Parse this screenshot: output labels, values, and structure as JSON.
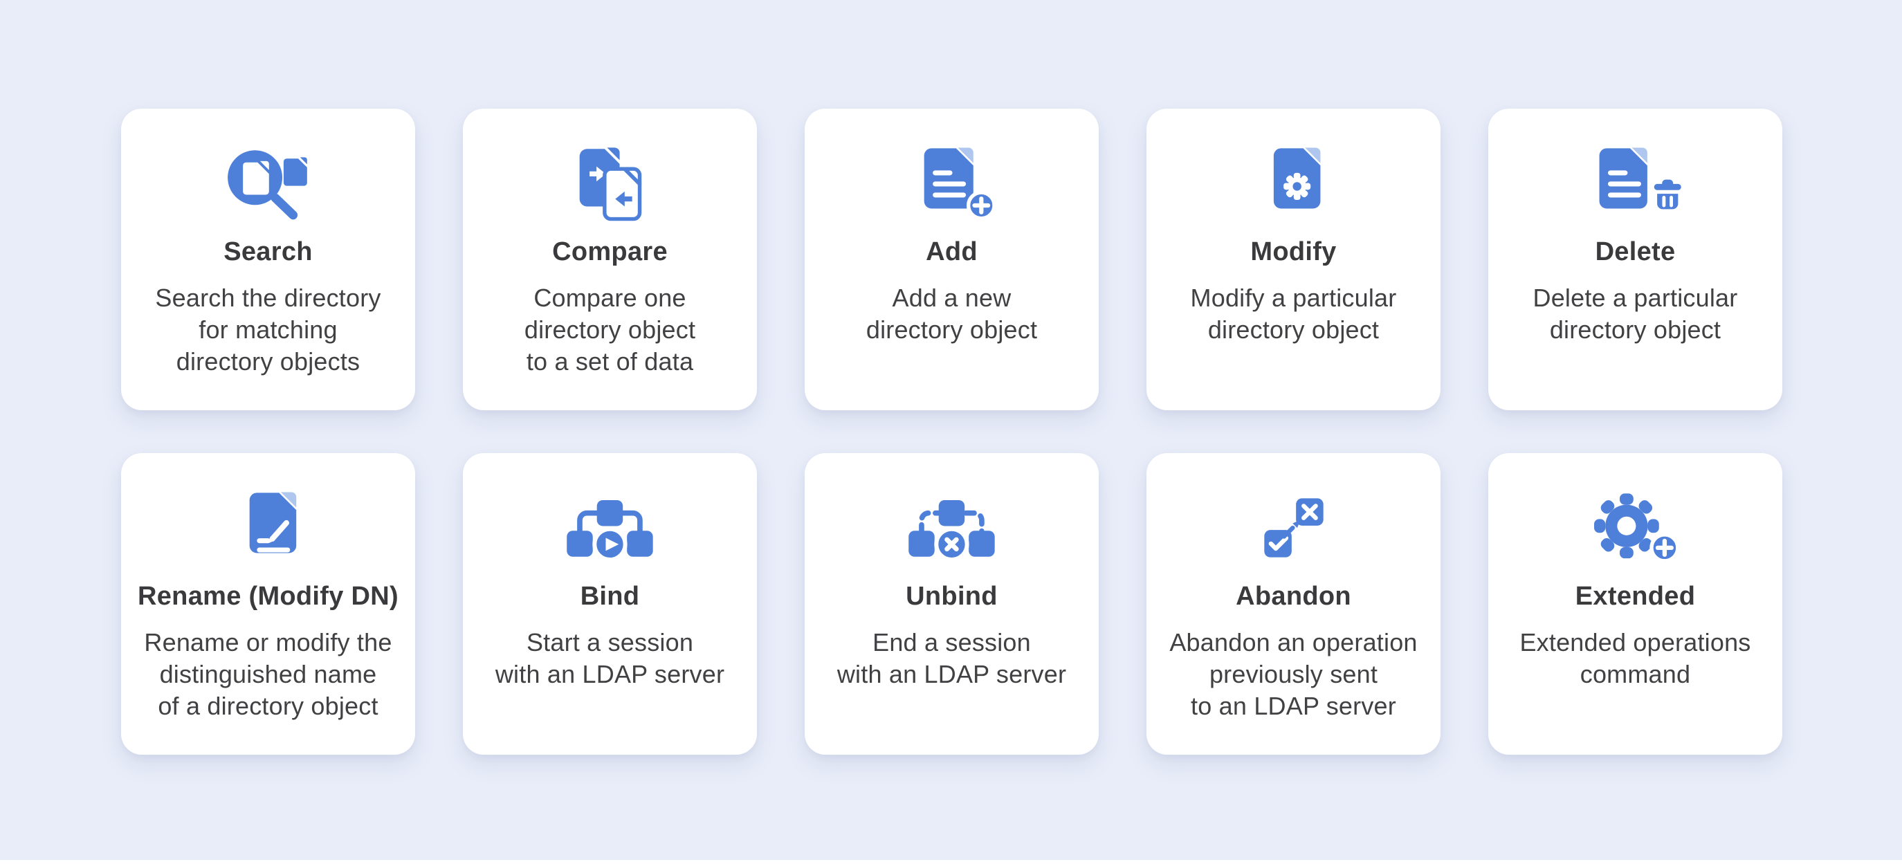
{
  "theme": {
    "background": "#E9EDF9",
    "card_background": "#FFFFFF",
    "accent_blue": "#4E80DA",
    "accent_blue_light": "#AFC7EE",
    "title_color": "#3A3A3C",
    "description_color": "#414144"
  },
  "cards": [
    {
      "icon": "search-documents-icon",
      "title": "Search",
      "description": "Search the directory\nfor matching\ndirectory objects"
    },
    {
      "icon": "compare-documents-icon",
      "title": "Compare",
      "description": "Compare one\ndirectory object\nto a set of data"
    },
    {
      "icon": "document-add-icon",
      "title": "Add",
      "description": "Add a new\ndirectory object"
    },
    {
      "icon": "document-gear-icon",
      "title": "Modify",
      "description": "Modify a particular\ndirectory object"
    },
    {
      "icon": "document-trash-icon",
      "title": "Delete",
      "description": "Delete a particular\ndirectory object"
    },
    {
      "icon": "document-edit-icon",
      "title": "Rename (Modify DN)",
      "description": "Rename or modify the\ndistinguished name\nof a directory object"
    },
    {
      "icon": "network-play-icon",
      "title": "Bind",
      "description": "Start a session\nwith an LDAP server"
    },
    {
      "icon": "network-x-icon",
      "title": "Unbind",
      "description": "End a session\nwith an LDAP server"
    },
    {
      "icon": "check-to-x-arrow-icon",
      "title": "Abandon",
      "description": "Abandon an operation\npreviously sent\nto an LDAP server"
    },
    {
      "icon": "gear-plus-icon",
      "title": "Extended",
      "description": "Extended operations\ncommand"
    }
  ]
}
